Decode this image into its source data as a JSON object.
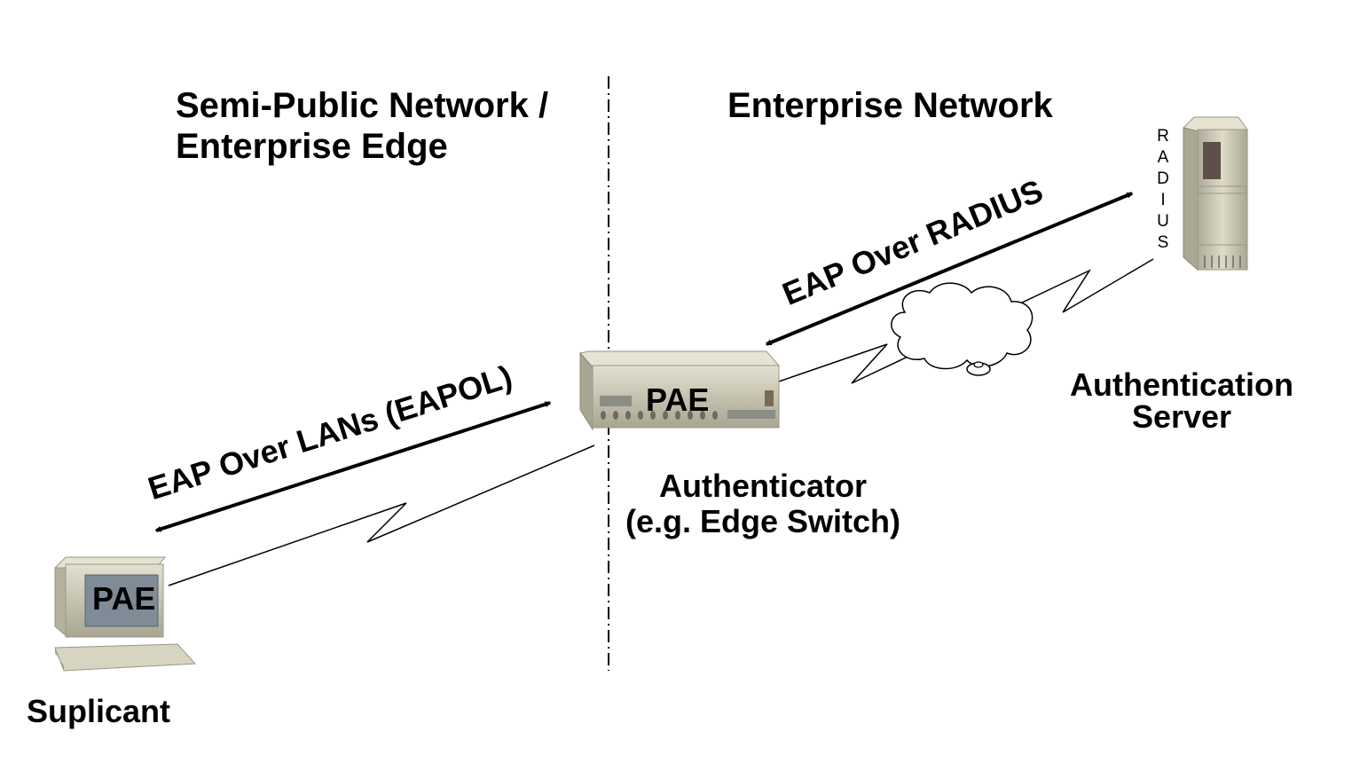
{
  "zones": {
    "left_line1": "Semi-Public Network /",
    "left_line2": "Enterprise Edge",
    "right": "Enterprise Network"
  },
  "nodes": {
    "supplicant": {
      "pae": "PAE",
      "label": "Suplicant"
    },
    "authenticator": {
      "pae": "PAE",
      "label_line1": "Authenticator",
      "label_line2": "(e.g. Edge Switch)"
    },
    "server": {
      "tag_letters": [
        "R",
        "A",
        "D",
        "I",
        "U",
        "S"
      ],
      "label_line1": "Authentication",
      "label_line2": "Server"
    }
  },
  "flows": {
    "eapol": "EAP Over LANs (EAPOL)",
    "eap_radius": "EAP Over RADIUS"
  },
  "colors": {
    "device_body": "#c9c6b2",
    "device_shadow": "#9a9785",
    "screen": "#7f8b96",
    "ink": "#000000"
  }
}
